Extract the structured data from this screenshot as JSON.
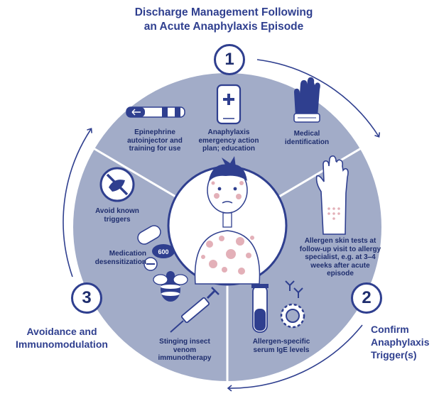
{
  "title_line1": "Discharge Management Following",
  "title_line2": "an Acute Anaphylaxis Episode",
  "steps": [
    {
      "number": "1"
    },
    {
      "number": "2",
      "label_line1": "Confirm",
      "label_line2": "Anaphylaxis",
      "label_line3": "Trigger(s)"
    },
    {
      "number": "3",
      "label_line1": "Avoidance and",
      "label_line2": "Immunomodulation"
    }
  ],
  "items": {
    "epinephrine": [
      "Epinephrine",
      "autoinjector and",
      "training for use"
    ],
    "action_plan": [
      "Anaphylaxis",
      "emergency action",
      "plan; education"
    ],
    "medical_id": [
      "Medical",
      "identification"
    ],
    "skin_tests": [
      "Allergen skin tests at",
      "follow-up visit to allergy",
      "specialist, e.g. at 3–4",
      "weeks after acute",
      "episode"
    ],
    "ige": [
      "Allergen-specific",
      "serum IgE levels"
    ],
    "insect": [
      "Stinging insect",
      "venom",
      "immunotherapy"
    ],
    "desensitization": [
      "Medication",
      "desensitization"
    ],
    "avoid": [
      "Avoid known",
      "triggers"
    ]
  },
  "pill_label": "600",
  "colors": {
    "wheel": "#a2acc8",
    "dark": "#2f3f8f",
    "rash": "#e3b0b8"
  }
}
